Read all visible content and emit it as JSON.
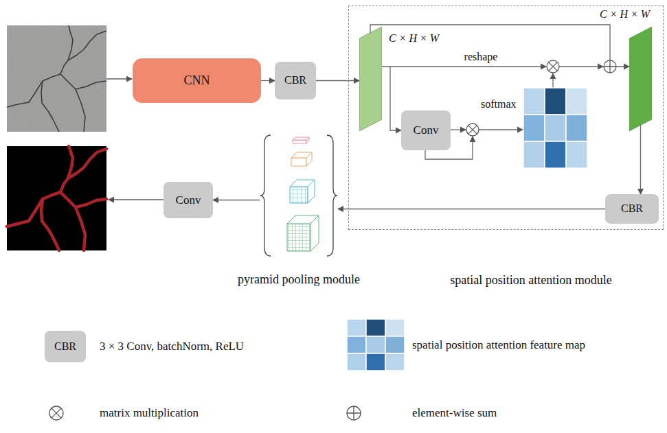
{
  "diagram": {
    "nodes": [
      {
        "text": [
          "CNN"
        ]
      },
      {
        "text": [
          "CBR"
        ]
      },
      {
        "text": [
          "spatial position attention module"
        ]
      },
      {
        "text": [
          "C × H × W"
        ],
        "in": 2
      },
      {
        "text": [
          "C × H × W"
        ],
        "in": 2
      },
      {
        "text": [
          "Conv"
        ],
        "in": 2
      },
      {
        "text": [
          "CBR"
        ],
        "in": 2
      },
      {
        "text": [
          "pyramid pooling module"
        ]
      },
      {
        "text": [
          "Conv"
        ]
      }
    ],
    "edges": [
      {
        "from": 0,
        "to": 1,
        "arrow": "to"
      },
      {
        "from": 1,
        "to": 3,
        "arrow": "to"
      },
      {
        "from": 3,
        "to": 5,
        "arrow": "to"
      },
      {
        "from": 3,
        "to": 4,
        "arrow": "to"
      },
      {
        "from": 4,
        "to": 6,
        "arrow": "to"
      },
      {
        "from": 6,
        "to": 7,
        "arrow": "to"
      },
      {
        "from": 7,
        "to": 8,
        "arrow": "to"
      }
    ],
    "labels": [
      "reshape",
      "softmax",
      "CBR"
    ],
    "legend": [
      {
        "text": "3 × 3 Conv, batchNorm, ReLU"
      },
      {
        "text": "spatial position attention feature map"
      },
      {
        "text": "matrix multiplication"
      },
      {
        "text": "element-wise sum"
      }
    ]
  }
}
